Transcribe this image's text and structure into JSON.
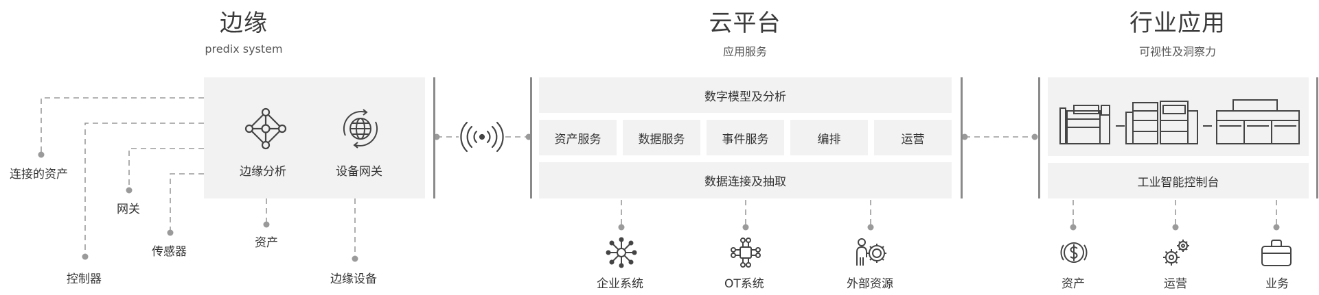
{
  "edge": {
    "title": "边缘",
    "subtitle": "predix system",
    "boxes": [
      "边缘分析",
      "设备网关"
    ],
    "connections": [
      "连接的资产",
      "网关",
      "传感器",
      "控制器"
    ],
    "below": [
      "资产",
      "边缘设备"
    ]
  },
  "cloud": {
    "title": "云平台",
    "subtitle": "应用服务",
    "top": "数字模型及分析",
    "services": [
      "资产服务",
      "数据服务",
      "事件服务",
      "编排",
      "运营"
    ],
    "bottom": "数据连接及抽取",
    "sources": [
      "企业系统",
      "OT系统",
      "外部资源"
    ]
  },
  "industry": {
    "title": "行业应用",
    "subtitle": "可视性及洞察力",
    "console": "工业智能控制台",
    "outcomes": [
      "资产",
      "运营",
      "业务"
    ]
  }
}
